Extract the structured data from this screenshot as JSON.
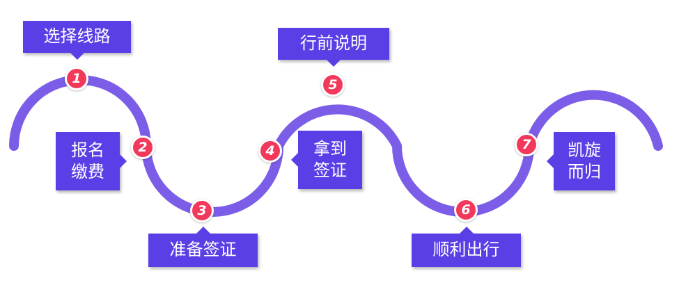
{
  "steps": [
    {
      "number": "1",
      "label": "选择线路"
    },
    {
      "number": "2",
      "label": "报名\n缴费"
    },
    {
      "number": "3",
      "label": "准备签证"
    },
    {
      "number": "4",
      "label": "拿到\n签证"
    },
    {
      "number": "5",
      "label": "行前说明"
    },
    {
      "number": "6",
      "label": "顺利出行"
    },
    {
      "number": "7",
      "label": "凯旋\n而归"
    }
  ],
  "colors": {
    "wave": "#7b5de8",
    "label_bg": "#5a3ee6",
    "badge": "#f2395b"
  }
}
